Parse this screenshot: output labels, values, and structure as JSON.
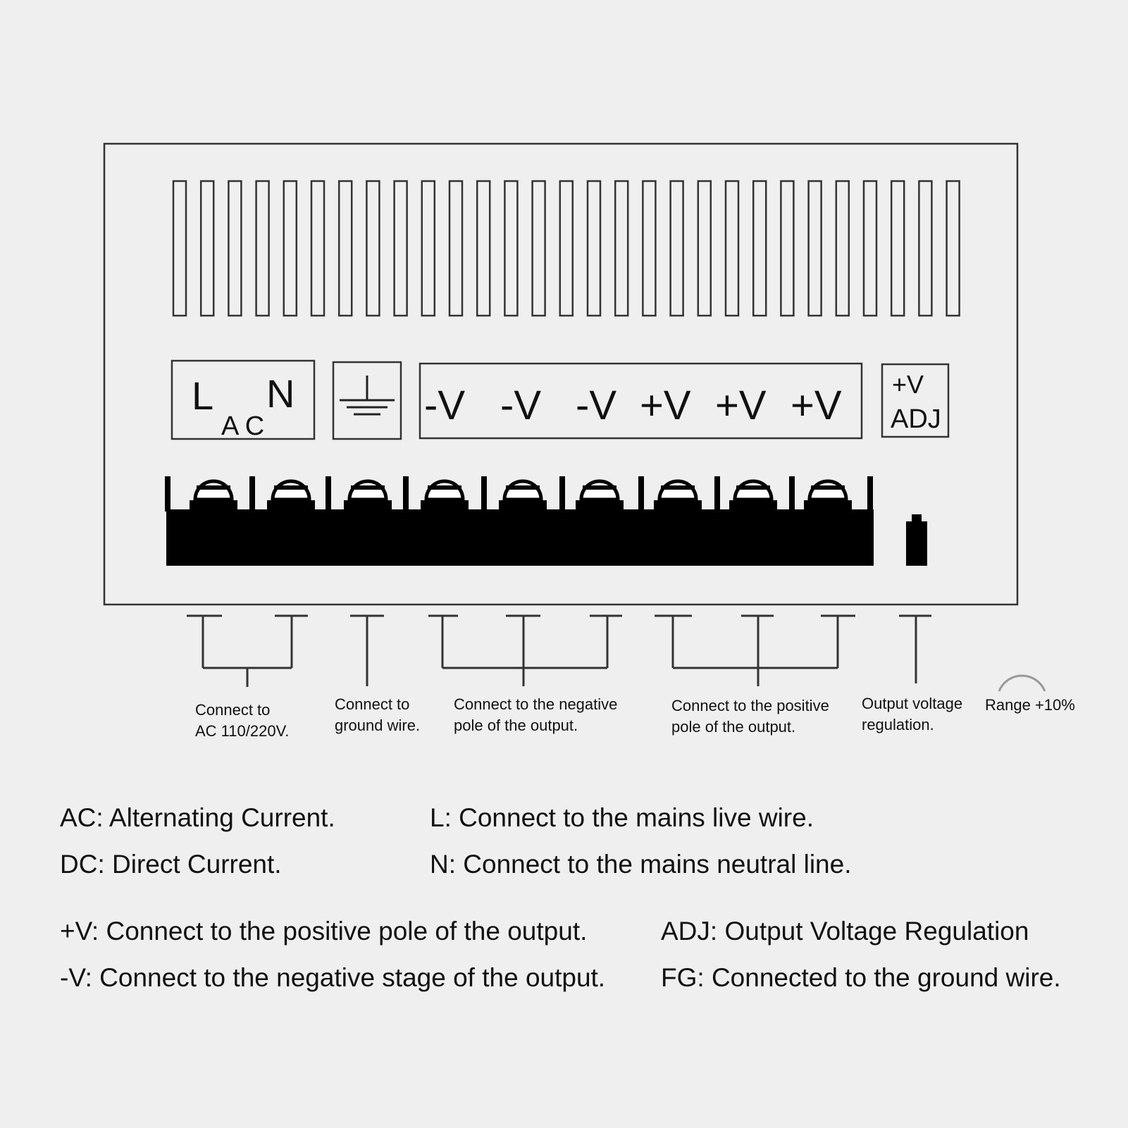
{
  "panel": {
    "terminal_labels": {
      "L": "L",
      "AC": "A C",
      "N": "N",
      "outputs": [
        "-V",
        "-V",
        "-V",
        "+V",
        "+V",
        "+V"
      ],
      "adj_top": "+V",
      "adj_bottom": "ADJ"
    }
  },
  "captions": [
    {
      "line1": "Connect to",
      "line2": "AC 110/220V."
    },
    {
      "line1": "Connect to",
      "line2": "ground wire."
    },
    {
      "line1": "Connect to the negative",
      "line2": "pole of the output."
    },
    {
      "line1": "Connect to the positive",
      "line2": "pole of the output."
    },
    {
      "line1": "Output voltage",
      "line2": "regulation."
    }
  ],
  "range_note": "Range +10%",
  "legend": {
    "ac": "AC: Alternating Current.",
    "l": "L: Connect to the mains live wire.",
    "dc": "DC: Direct Current.",
    "n": "N: Connect to the mains neutral line.",
    "pos_v": "+V: Connect to the positive pole of the output.",
    "adj": "ADJ: Output Voltage Regulation",
    "neg_v": "-V: Connect to the negative stage of the output.",
    "fg": "FG: Connected to the ground wire."
  }
}
